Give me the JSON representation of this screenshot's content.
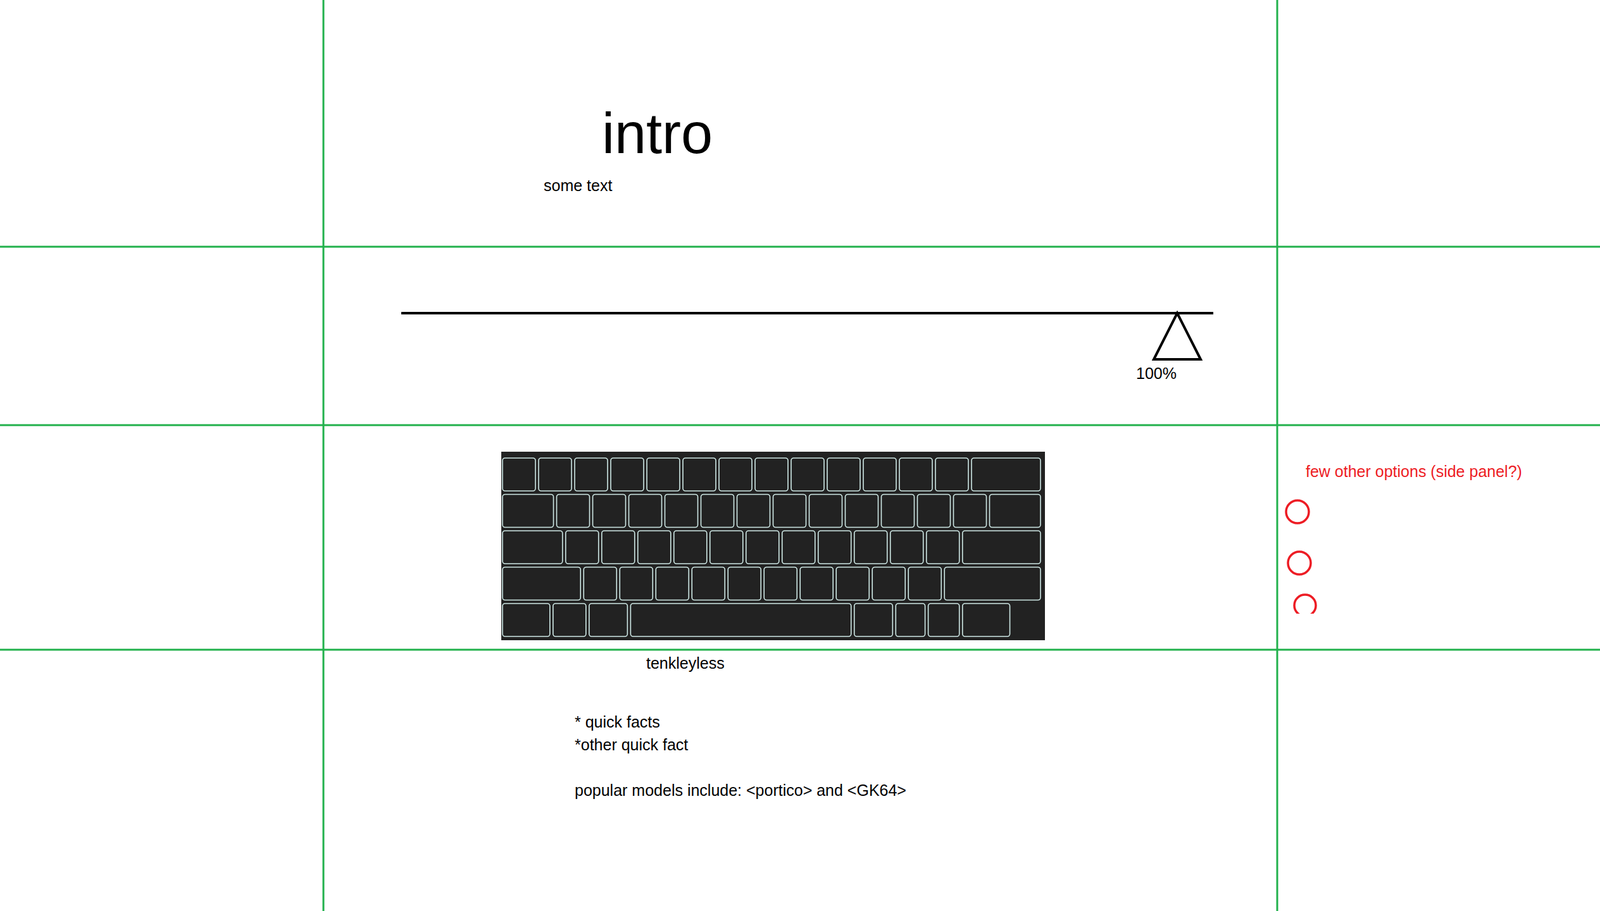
{
  "diagram": {
    "title": "intro",
    "labels": [
      "some text",
      "100%",
      "tenkleyless",
      "* quick facts",
      "*other quick fact",
      "popular models include: <portico> and <GK64>",
      "few other options (side panel?)"
    ]
  }
}
